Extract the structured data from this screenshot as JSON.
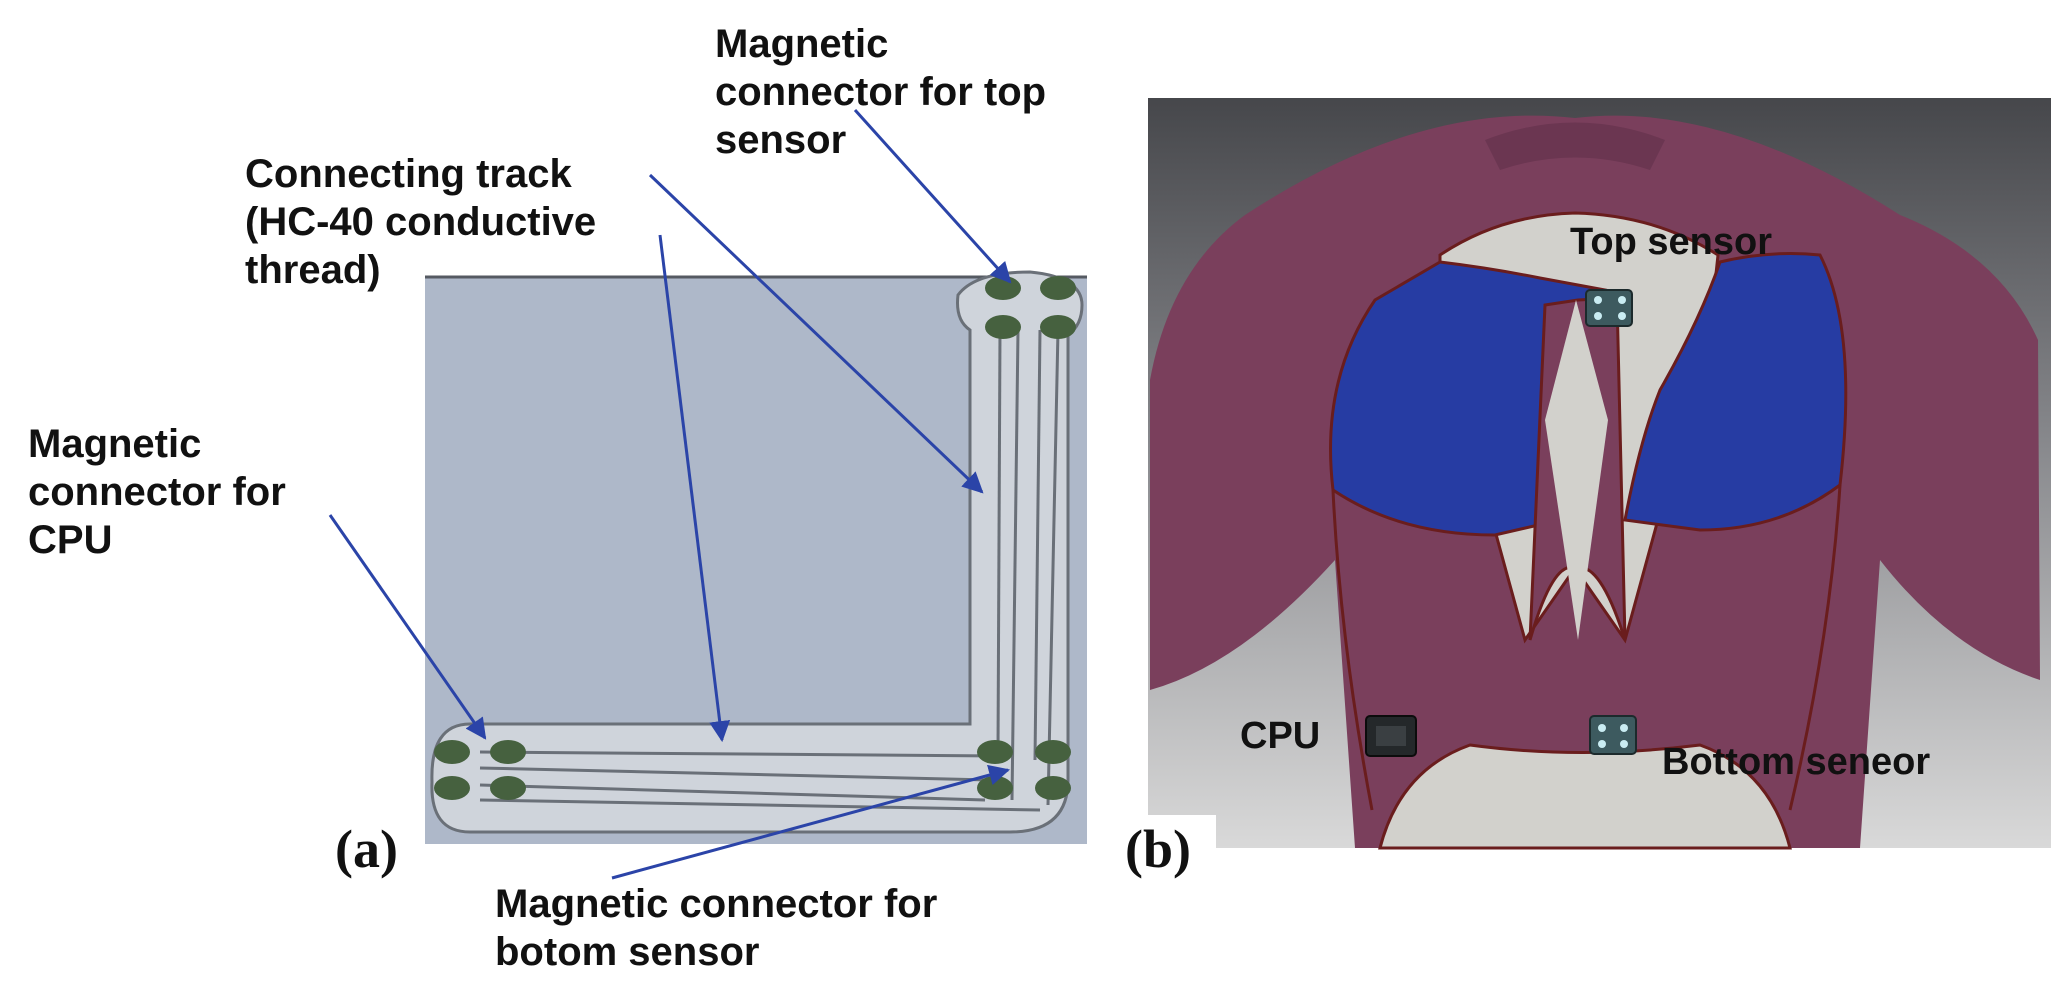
{
  "panel_a": {
    "tag": "(a)",
    "labels": {
      "top_connector": [
        "Magnetic",
        "connector for top",
        "sensor"
      ],
      "track": [
        "Connecting track",
        "(HC-40 conductive",
        "thread)"
      ],
      "cpu_connector": [
        "Magnetic",
        "connector for",
        "CPU"
      ],
      "bottom_connector": [
        "Magnetic connector for",
        "botom sensor"
      ]
    }
  },
  "panel_b": {
    "tag": "(b)",
    "labels": {
      "top_sensor": "Top sensor",
      "cpu": "CPU",
      "bottom_sensor": "Bottom seneor"
    }
  },
  "colors": {
    "pad_bg": "#aeb8c9",
    "track_fill": "#cfd4db",
    "track_line": "#6a7078",
    "contact": "#46613f",
    "arrow": "#2b44a8",
    "garment_maroon": "#7a3f5c",
    "garment_blue": "#263ca3",
    "garment_grey": "#d2d1cc",
    "seam": "#6a1d1d"
  }
}
